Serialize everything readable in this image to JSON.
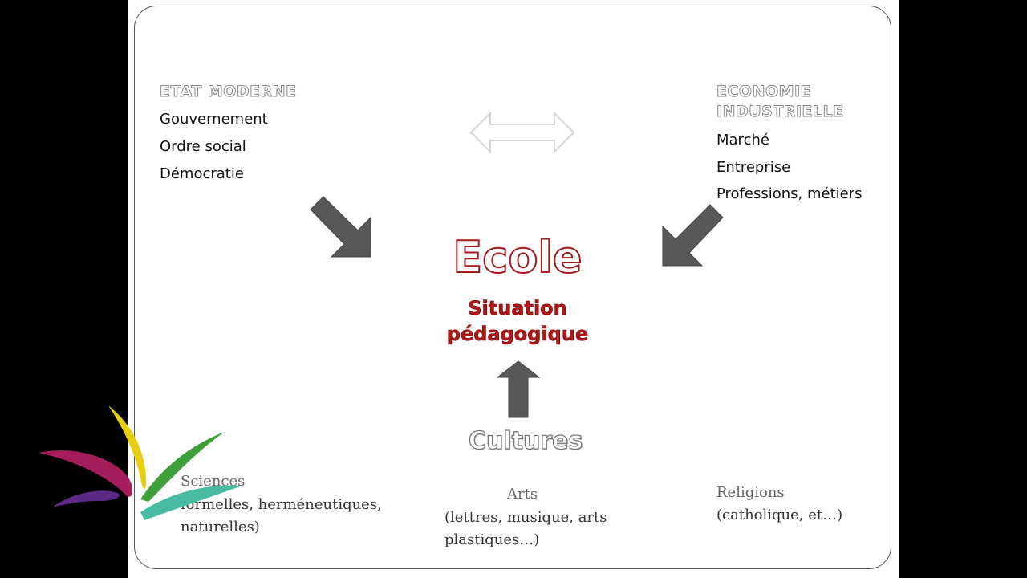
{
  "left_block": {
    "heading": "ETAT MODERNE",
    "items": [
      "Gouvernement",
      "Ordre social",
      "Démocratie"
    ]
  },
  "right_block": {
    "heading_line1": "ECONOMIE",
    "heading_line2": "INDUSTRIELLE",
    "items": [
      "Marché",
      "Entreprise",
      "Professions, métiers"
    ]
  },
  "center": {
    "title": "Ecole",
    "subtitle_line1": "Situation",
    "subtitle_line2": "pédagogique"
  },
  "cultures": {
    "label": "Cultures",
    "sciences": {
      "head": "Sciences",
      "line1": "formelles, herméneutiques,",
      "line2": "naturelles)"
    },
    "arts": {
      "head": "Arts",
      "line1": "(lettres, musique, arts",
      "line2": "plastiques…)"
    },
    "religions": {
      "head": "Religions",
      "line1": "(catholique, et…)"
    }
  },
  "colors": {
    "arrow_fill": "#5a5757",
    "title_red": "#a01c1c",
    "heading_gray": "#8a8a8a"
  }
}
